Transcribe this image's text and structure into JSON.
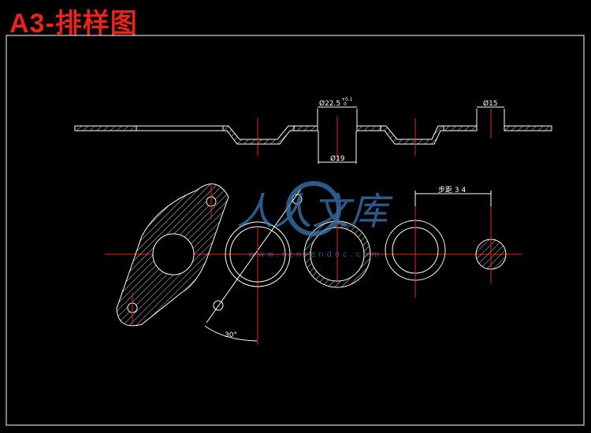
{
  "title": "A3-排样图",
  "colors": {
    "background": "#000000",
    "outline": "#ffffff",
    "centerline": "#e8241c",
    "title": "#e8241c",
    "watermark": "#3b79b5"
  },
  "dimensions": {
    "d_22_5": "Ø22.5",
    "d_22_5_tol_upper": "+0.1",
    "d_22_5_tol_lower": "0",
    "d_19": "Ø19",
    "d_15": "Ø15",
    "pitch": "步距 3 4",
    "angle": "30°"
  },
  "watermark": {
    "brand": "人人文库",
    "url": "www.renrendoc.com"
  }
}
